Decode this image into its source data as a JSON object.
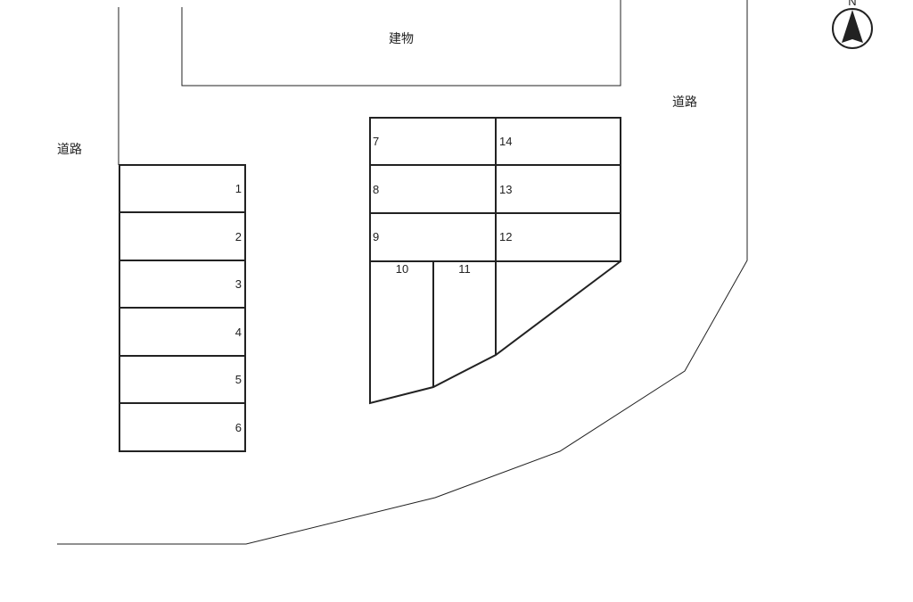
{
  "labels": {
    "building": "建物",
    "road_left": "道路",
    "road_right": "道路",
    "north": "N"
  },
  "spaces": {
    "s1": "1",
    "s2": "2",
    "s3": "3",
    "s4": "4",
    "s5": "5",
    "s6": "6",
    "s7": "7",
    "s8": "8",
    "s9": "9",
    "s10": "10",
    "s11": "11",
    "s12": "12",
    "s13": "13",
    "s14": "14"
  }
}
